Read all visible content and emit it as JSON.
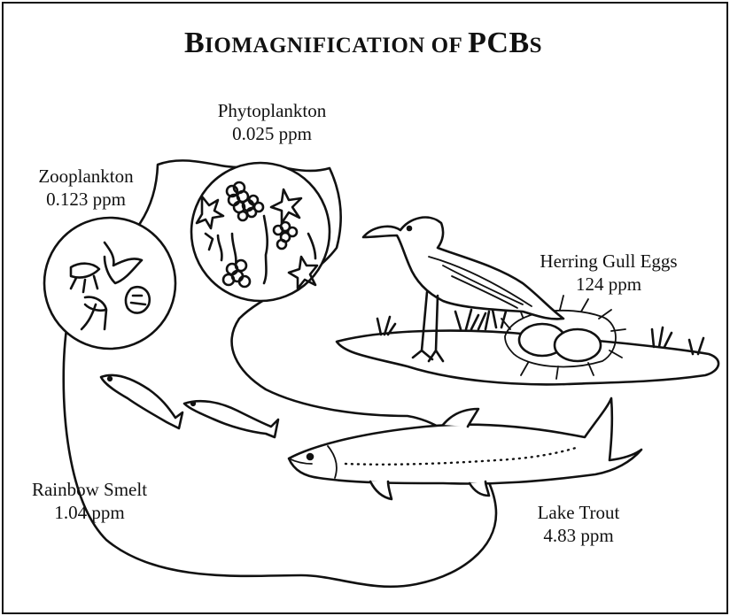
{
  "title": {
    "parts": [
      "B",
      "IOMAGNIFICATION OF ",
      "PCB",
      "S"
    ]
  },
  "organisms": [
    {
      "name": "Phytoplankton",
      "concentration": "0.025 ppm"
    },
    {
      "name": "Zooplankton",
      "concentration": "0.123 ppm"
    },
    {
      "name": "Herring Gull Eggs",
      "concentration": "124 ppm"
    },
    {
      "name": "Rainbow Smelt",
      "concentration": "1.04 ppm"
    },
    {
      "name": "Lake Trout",
      "concentration": "4.83 ppm"
    }
  ]
}
